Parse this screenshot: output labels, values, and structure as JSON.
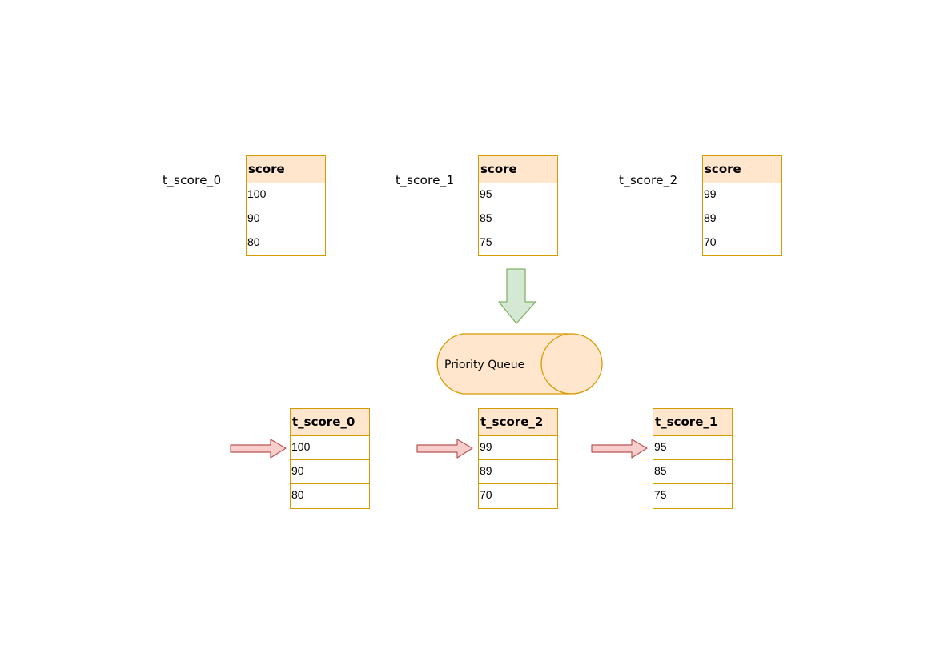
{
  "top_labels": [
    "t_score_0",
    "t_score_1",
    "t_score_2"
  ],
  "top_tables": [
    {
      "header": "score",
      "rows": [
        "100",
        "90",
        "80"
      ]
    },
    {
      "header": "score",
      "rows": [
        "95",
        "85",
        "75"
      ]
    },
    {
      "header": "score",
      "rows": [
        "99",
        "89",
        "70"
      ]
    }
  ],
  "priority_queue": {
    "label": "Priority Queue"
  },
  "bottom_tables": [
    {
      "header": "t_score_0",
      "rows": [
        "100",
        "90",
        "80"
      ]
    },
    {
      "header": "t_score_2",
      "rows": [
        "99",
        "89",
        "70"
      ]
    },
    {
      "header": "t_score_1",
      "rows": [
        "95",
        "85",
        "75"
      ]
    }
  ],
  "colors": {
    "table_border": "#d79b00",
    "table_header_fill": "#ffe6cc",
    "down_arrow_fill": "#d5e8d4",
    "down_arrow_stroke": "#82b366",
    "pointer_arrow_fill": "#f8cecc",
    "pointer_arrow_stroke": "#b85450"
  }
}
